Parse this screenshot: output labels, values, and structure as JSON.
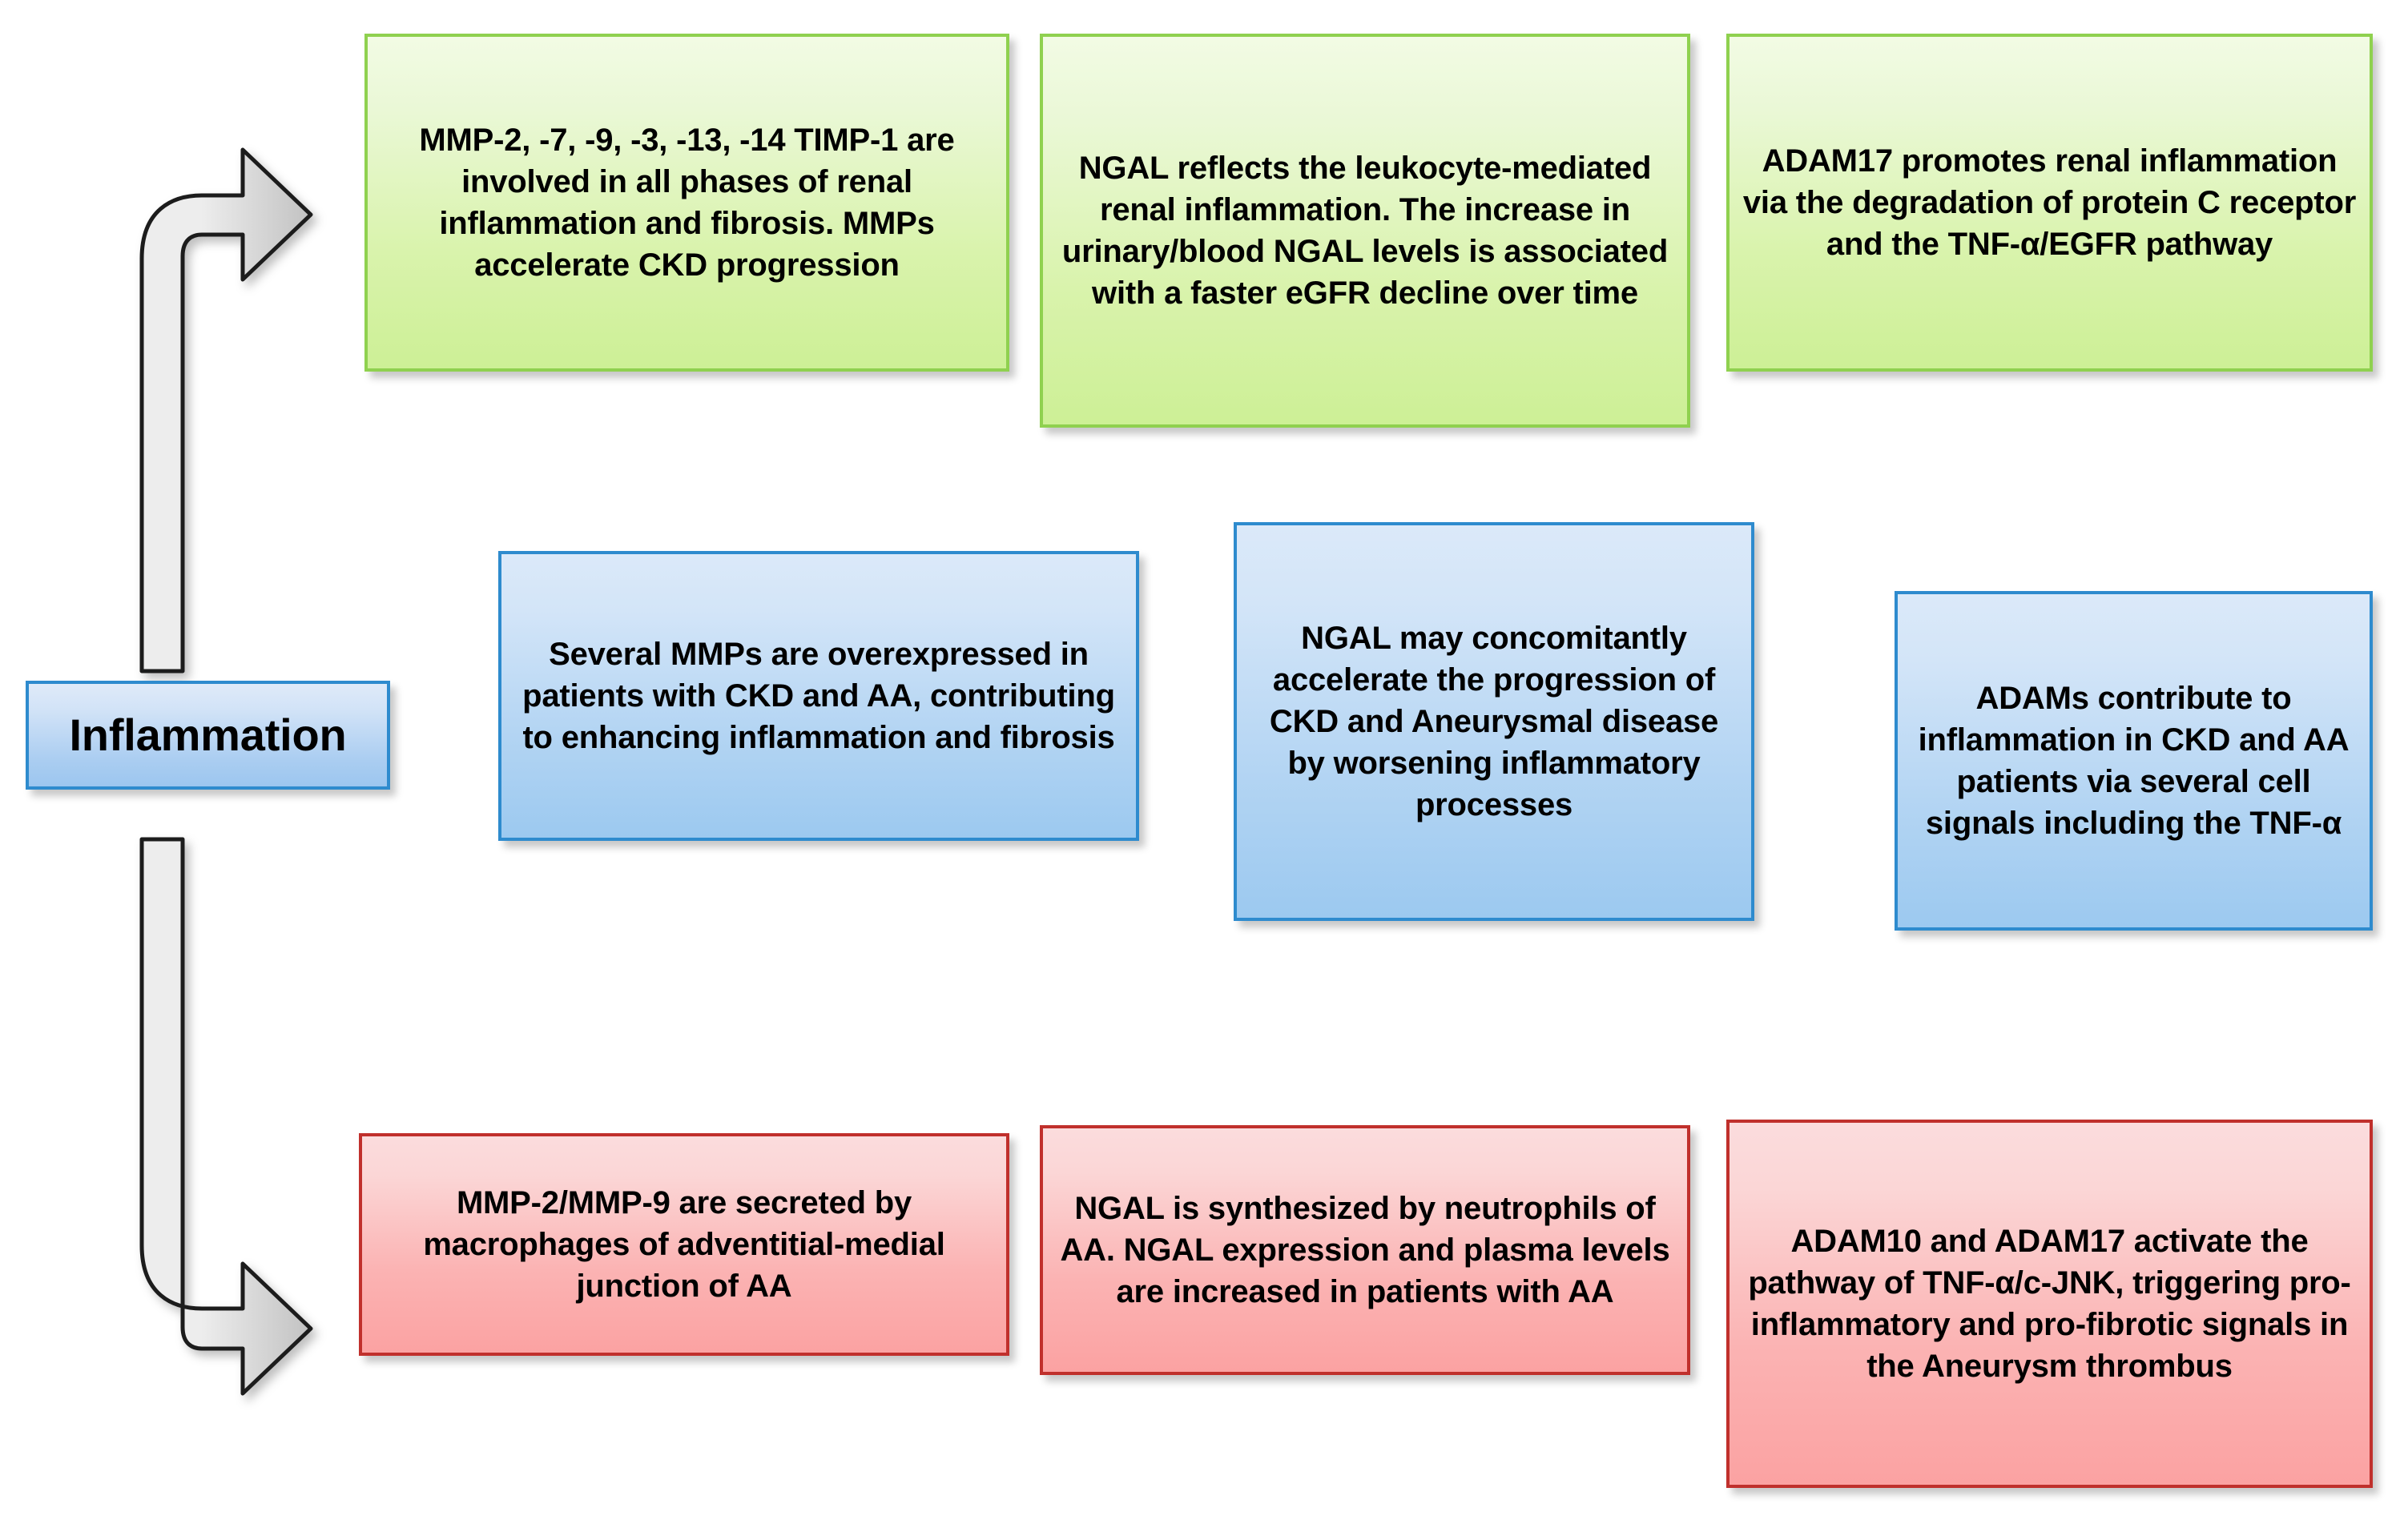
{
  "diagram": {
    "title": "Inflammation",
    "root": {
      "label": "Inflammation",
      "color": "#9cc6ef",
      "border_color": "#2e8bce"
    },
    "rows": [
      {
        "id": "renal-ckd-row",
        "color": "#cdf096",
        "border_color": "#8fd14f",
        "boxes": [
          {
            "id": "green-mmp",
            "text": "MMP-2, -7, -9, -3, -13, -14 TIMP-1 are involved in all phases of renal inflammation and fibrosis. MMPs accelerate CKD progression"
          },
          {
            "id": "green-ngal",
            "text": "NGAL reflects the leukocyte-mediated renal inflammation. The increase in urinary/blood NGAL levels is associated with a faster eGFR decline over time"
          },
          {
            "id": "green-adam17",
            "text": "ADAM17 promotes renal inflammation via the degradation of protein C receptor and the TNF-α/EGFR pathway"
          }
        ]
      },
      {
        "id": "shared-row",
        "color": "#9cc9f0",
        "border_color": "#2e8bce",
        "boxes": [
          {
            "id": "blue-mmp",
            "text": "Several MMPs are overexpressed in patients with CKD and AA, contributing to enhancing inflammation and fibrosis"
          },
          {
            "id": "blue-ngal",
            "text": "NGAL may concomitantly accelerate the progression of CKD and Aneurysmal disease by worsening inflammatory processes"
          },
          {
            "id": "blue-adams",
            "text": "ADAMs contribute to inflammation in CKD and AA patients via several cell signals including the TNF-α"
          }
        ]
      },
      {
        "id": "aneurysm-row",
        "color": "#fba2a2",
        "border_color": "#c0302c",
        "boxes": [
          {
            "id": "pink-mmp",
            "text": "MMP-2/MMP-9 are secreted by macrophages of adventitial-medial junction of AA"
          },
          {
            "id": "pink-ngal",
            "text": "NGAL is synthesized by neutrophils of AA. NGAL expression and plasma levels are increased in patients with AA"
          },
          {
            "id": "pink-adam",
            "text": "ADAM10 and ADAM17 activate the pathway of TNF-α/c-JNK, triggering pro-inflammatory and pro-fibrotic signals in the Aneurysm thrombus"
          }
        ]
      }
    ],
    "connectors": [
      {
        "id": "arrow-up-right",
        "icon": "bent-arrow-up-right-icon",
        "from": "Inflammation",
        "to": "renal-ckd-row"
      },
      {
        "id": "arrow-down-right",
        "icon": "bent-arrow-down-right-icon",
        "from": "Inflammation",
        "to": "aneurysm-row"
      }
    ]
  }
}
